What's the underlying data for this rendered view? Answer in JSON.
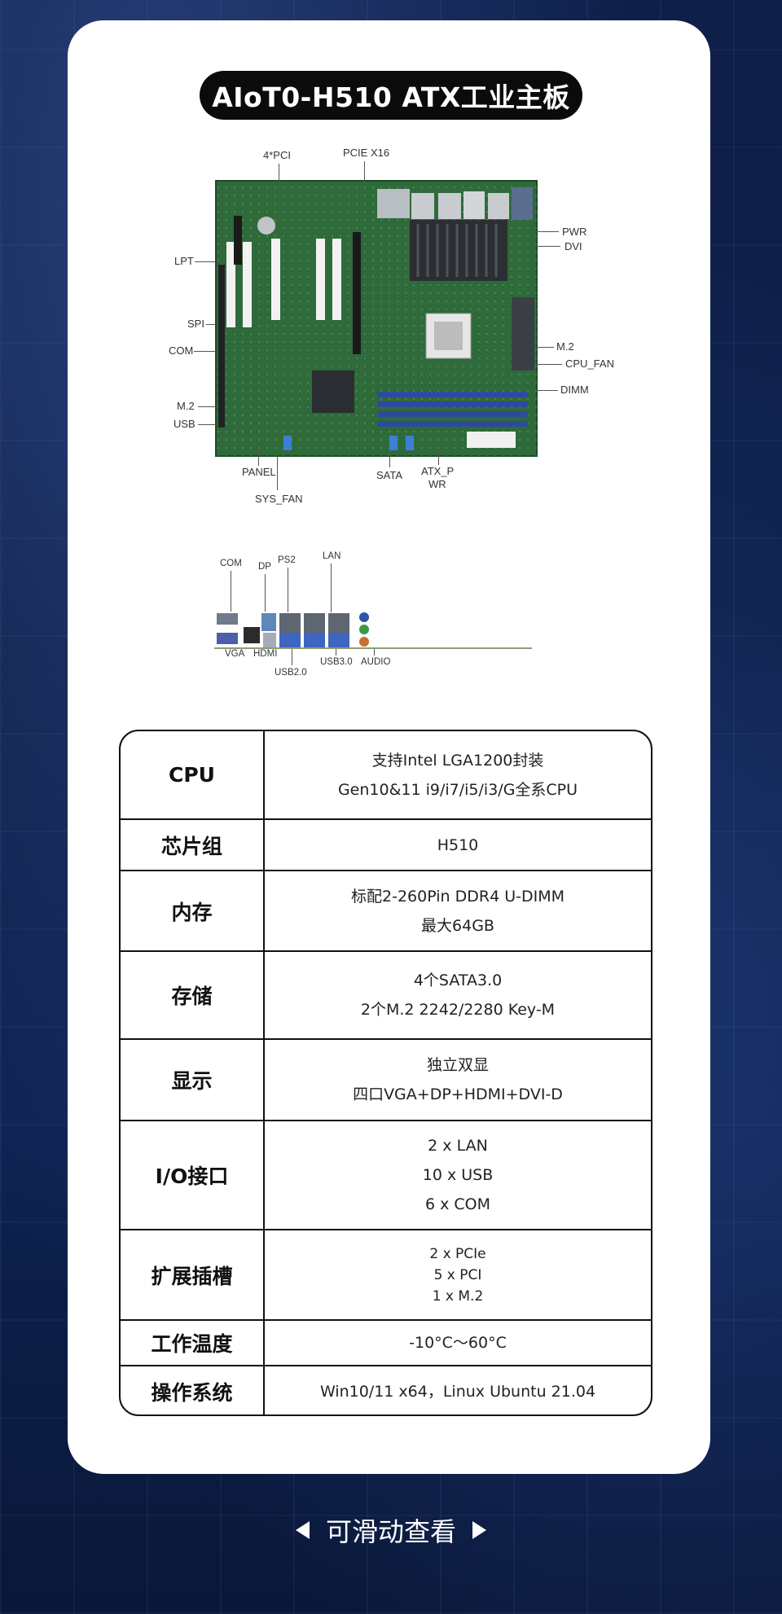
{
  "title": "AIoT0-H510  ATX工业主板",
  "board_labels": {
    "pci": "4*PCI",
    "pcie": "PCIE X16",
    "pwr": "PWR",
    "dvi": "DVI",
    "lpt": "LPT",
    "spi": "SPI",
    "com": "COM",
    "m2_right": "M.2",
    "cpu_fan": "CPU_FAN",
    "dimm": "DIMM",
    "m2_left": "M.2",
    "usb": "USB",
    "panel": "PANEL",
    "sys_fan": "SYS_FAN",
    "sata": "SATA",
    "atx_pwr_1": "ATX_P",
    "atx_pwr_2": "WR"
  },
  "io_labels": {
    "com": "COM",
    "dp": "DP",
    "ps2": "PS2",
    "lan": "LAN",
    "vga": "VGA",
    "hdmi": "HDMI",
    "usb20": "USB2.0",
    "usb30": "USB3.0",
    "audio": "AUDIO"
  },
  "specs": [
    {
      "key": "CPU",
      "lines": [
        "支持Intel LGA1200封装",
        "Gen10&11 i9/i7/i5/i3/G全系CPU"
      ]
    },
    {
      "key": "芯片组",
      "lines": [
        "H510"
      ]
    },
    {
      "key": "内存",
      "lines": [
        "标配2-260Pin DDR4 U-DIMM",
        "最大64GB"
      ]
    },
    {
      "key": "存储",
      "lines": [
        "4个SATA3.0",
        "2个M.2 2242/2280 Key-M"
      ]
    },
    {
      "key": "显示",
      "lines": [
        "独立双显",
        "四口VGA+DP+HDMI+DVI-D"
      ]
    },
    {
      "key": "I/O接口",
      "lines": [
        "2 x LAN",
        "10 x USB",
        "6 x COM"
      ]
    },
    {
      "key": "扩展插槽",
      "lines": [
        "2 x PCIe",
        "5 x PCI",
        "1 x M.2"
      ]
    },
    {
      "key": "工作温度",
      "lines": [
        "-10°C～60°C"
      ]
    },
    {
      "key": "操作系统",
      "lines": [
        "Win10/11 x64，Linux Ubuntu 21.04"
      ]
    }
  ],
  "scroll_hint": "可滑动查看"
}
